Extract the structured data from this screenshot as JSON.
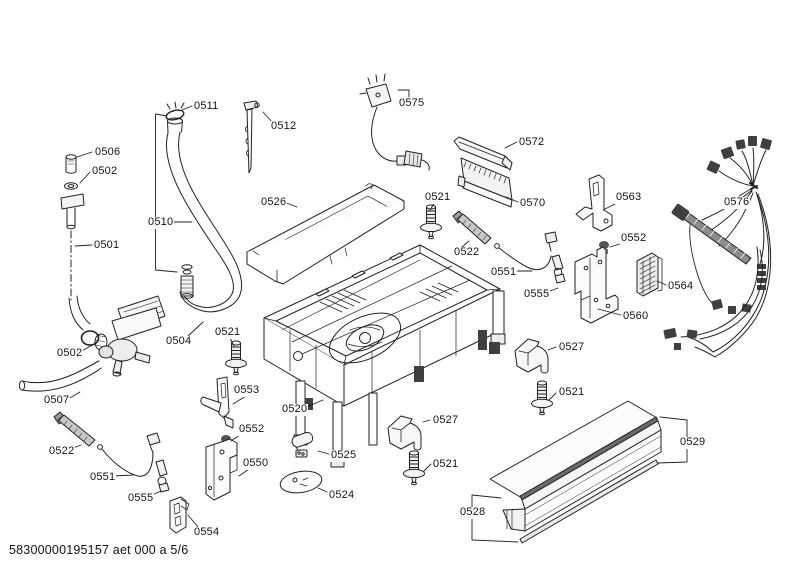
{
  "page": {
    "footer_text": "58300000195157 aet 000 a 5/6",
    "page_indicator": "5/6"
  },
  "colors": {
    "background": "#ffffff",
    "line": "#222222",
    "label_text": "#131313",
    "dark_fill": "#3f3f3f"
  },
  "diagram": {
    "labels": [
      {
        "text": "0511"
      },
      {
        "text": "0512"
      },
      {
        "text": "0575"
      },
      {
        "text": "0506"
      },
      {
        "text": "0502"
      },
      {
        "text": "0572"
      },
      {
        "text": "0563"
      },
      {
        "text": "0570"
      },
      {
        "text": "0576"
      },
      {
        "text": "0526"
      },
      {
        "text": "0521"
      },
      {
        "text": "0510"
      },
      {
        "text": "0552"
      },
      {
        "text": "0501"
      },
      {
        "text": "0522"
      },
      {
        "text": "0551"
      },
      {
        "text": "0564"
      },
      {
        "text": "0555"
      },
      {
        "text": "0560"
      },
      {
        "text": "0521"
      },
      {
        "text": "0504"
      },
      {
        "text": "0502"
      },
      {
        "text": "0527"
      },
      {
        "text": "0507"
      },
      {
        "text": "0553"
      },
      {
        "text": "0520"
      },
      {
        "text": "0521"
      },
      {
        "text": "0552"
      },
      {
        "text": "0527"
      },
      {
        "text": "0529"
      },
      {
        "text": "0522"
      },
      {
        "text": "0550"
      },
      {
        "text": "0521"
      },
      {
        "text": "0525"
      },
      {
        "text": "0551"
      },
      {
        "text": "0524"
      },
      {
        "text": "0528"
      },
      {
        "text": "0554"
      },
      {
        "text": "0555"
      }
    ]
  }
}
